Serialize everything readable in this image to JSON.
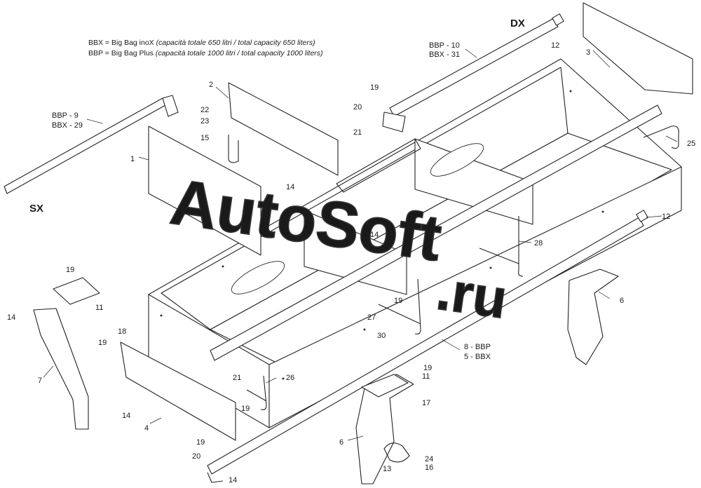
{
  "legend": {
    "bbx_code": "BBX = Big Bag inoX",
    "bbx_desc": "(capacità totale 650 litri / total capacity 650 liters)",
    "bbp_code": "BBP = Big Bag Plus",
    "bbp_desc": "(capacità totale 1000 litri / total capacity 1000 liters)"
  },
  "sides": {
    "left": "SX",
    "right": "DX"
  },
  "watermark": {
    "part1": "AutoSoft",
    "part2": ".ru"
  },
  "callouts": [
    {
      "id": "c1",
      "text": "1"
    },
    {
      "id": "c2",
      "text": "2"
    },
    {
      "id": "c3",
      "text": "3"
    },
    {
      "id": "c4",
      "text": "4"
    },
    {
      "id": "c6a",
      "text": "6"
    },
    {
      "id": "c6b",
      "text": "6"
    },
    {
      "id": "c7",
      "text": "7"
    },
    {
      "id": "c9a",
      "text": "BBP -  9"
    },
    {
      "id": "c9b",
      "text": "BBX - 29"
    },
    {
      "id": "c10a",
      "text": "BBP - 10"
    },
    {
      "id": "c10b",
      "text": "BBX - 31"
    },
    {
      "id": "c8a",
      "text": "8 - BBP"
    },
    {
      "id": "c8b",
      "text": "5 - BBX"
    },
    {
      "id": "c11a",
      "text": "11"
    },
    {
      "id": "c11b",
      "text": "11"
    },
    {
      "id": "c12a",
      "text": "12"
    },
    {
      "id": "c12b",
      "text": "12"
    },
    {
      "id": "c13",
      "text": "13"
    },
    {
      "id": "c14a",
      "text": "14"
    },
    {
      "id": "c14b",
      "text": "14"
    },
    {
      "id": "c14c",
      "text": "14"
    },
    {
      "id": "c14d",
      "text": "14"
    },
    {
      "id": "c14e",
      "text": "14"
    },
    {
      "id": "c15",
      "text": "15"
    },
    {
      "id": "c16",
      "text": "16"
    },
    {
      "id": "c17",
      "text": "17"
    },
    {
      "id": "c18",
      "text": "18"
    },
    {
      "id": "c19a",
      "text": "19"
    },
    {
      "id": "c19b",
      "text": "19"
    },
    {
      "id": "c19c",
      "text": "19"
    },
    {
      "id": "c19d",
      "text": "19"
    },
    {
      "id": "c19e",
      "text": "19"
    },
    {
      "id": "c19f",
      "text": "19"
    },
    {
      "id": "c19g",
      "text": "19"
    },
    {
      "id": "c20a",
      "text": "20"
    },
    {
      "id": "c20b",
      "text": "20"
    },
    {
      "id": "c21a",
      "text": "21"
    },
    {
      "id": "c21b",
      "text": "21"
    },
    {
      "id": "c22",
      "text": "22"
    },
    {
      "id": "c23",
      "text": "23"
    },
    {
      "id": "c24",
      "text": "24"
    },
    {
      "id": "c25",
      "text": "25"
    },
    {
      "id": "c26",
      "text": "26"
    },
    {
      "id": "c27",
      "text": "27"
    },
    {
      "id": "c28",
      "text": "28"
    },
    {
      "id": "c30",
      "text": "30"
    }
  ]
}
